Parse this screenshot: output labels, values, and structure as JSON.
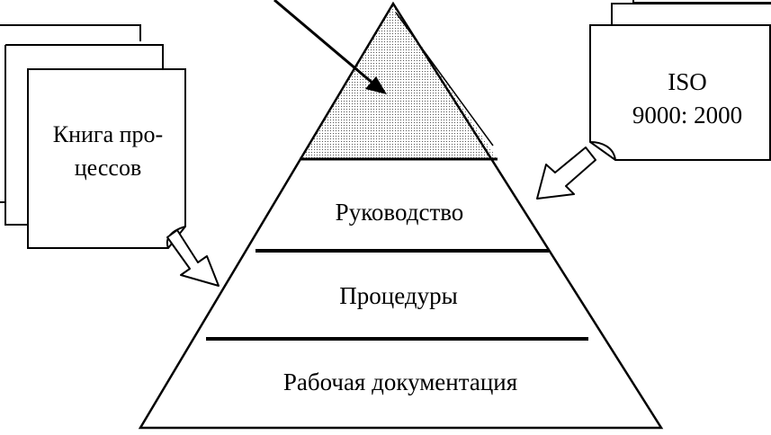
{
  "pyramid": {
    "levels": [
      {
        "label": "Руководство"
      },
      {
        "label": "Процедуры"
      },
      {
        "label": "Рабочая документация"
      }
    ]
  },
  "process_book": {
    "label_lines": [
      "Книга про-",
      "цессов"
    ]
  },
  "iso_doc": {
    "label_lines": [
      "ISO",
      "9000: 2000"
    ]
  },
  "colors": {
    "line": "#000000",
    "paper": "#ffffff",
    "apex_fill_dot": "#555555"
  }
}
